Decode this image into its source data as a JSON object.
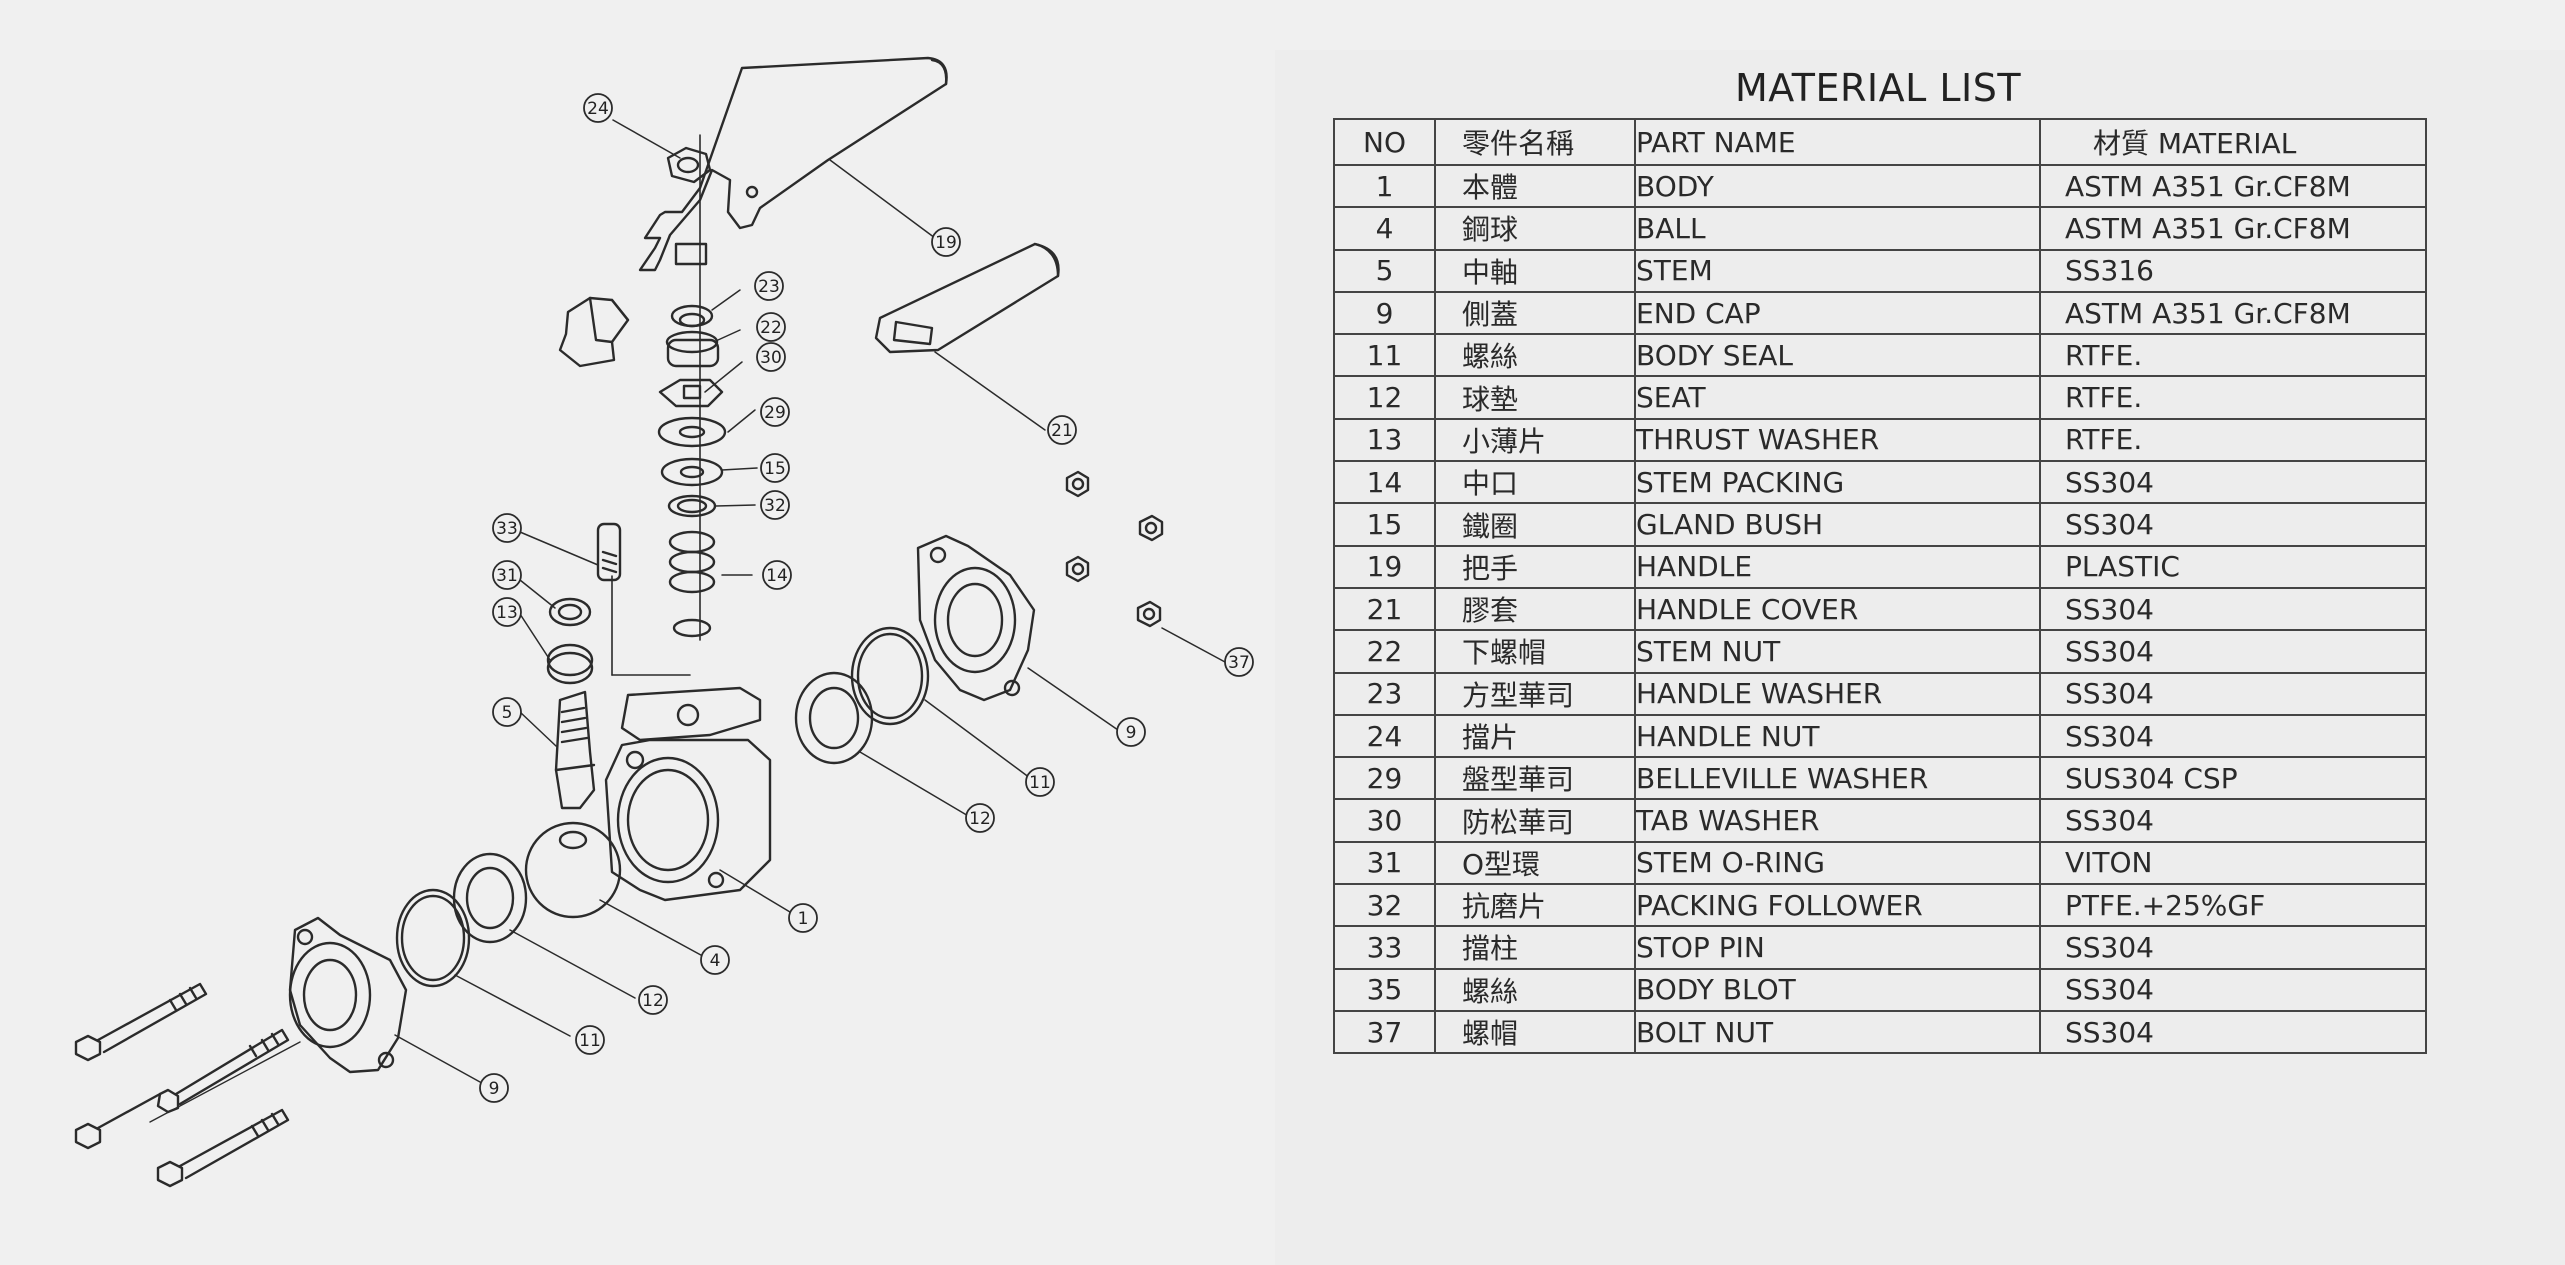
{
  "material_list": {
    "title": "MATERIAL LIST",
    "headers": {
      "no": "NO",
      "name_zh": "零件名稱",
      "part_name": "PART NAME",
      "material": "材質 MATERIAL"
    },
    "rows": [
      {
        "no": "1",
        "name_zh": "本體",
        "part_name": "BODY",
        "material": "ASTM A351 Gr.CF8M"
      },
      {
        "no": "4",
        "name_zh": "鋼球",
        "part_name": "BALL",
        "material": "ASTM A351 Gr.CF8M"
      },
      {
        "no": "5",
        "name_zh": "中軸",
        "part_name": "STEM",
        "material": "SS316"
      },
      {
        "no": "9",
        "name_zh": "側蓋",
        "part_name": "END CAP",
        "material": "ASTM A351 Gr.CF8M"
      },
      {
        "no": "11",
        "name_zh": "螺絲",
        "part_name": "BODY SEAL",
        "material": "RTFE."
      },
      {
        "no": "12",
        "name_zh": "球墊",
        "part_name": "SEAT",
        "material": "RTFE."
      },
      {
        "no": "13",
        "name_zh": "小薄片",
        "part_name": "THRUST WASHER",
        "material": "RTFE."
      },
      {
        "no": "14",
        "name_zh": "中口",
        "part_name": "STEM PACKING",
        "material": "SS304"
      },
      {
        "no": "15",
        "name_zh": "鐵圈",
        "part_name": "GLAND BUSH",
        "material": "SS304"
      },
      {
        "no": "19",
        "name_zh": "把手",
        "part_name": "HANDLE",
        "material": "PLASTIC"
      },
      {
        "no": "21",
        "name_zh": "膠套",
        "part_name": "HANDLE COVER",
        "material": "SS304"
      },
      {
        "no": "22",
        "name_zh": "下螺帽",
        "part_name": "STEM NUT",
        "material": "SS304"
      },
      {
        "no": "23",
        "name_zh": "方型華司",
        "part_name": "HANDLE WASHER",
        "material": "SS304"
      },
      {
        "no": "24",
        "name_zh": "擋片",
        "part_name": "HANDLE NUT",
        "material": "SS304"
      },
      {
        "no": "29",
        "name_zh": "盤型華司",
        "part_name": "BELLEVILLE WASHER",
        "material": "SUS304 CSP"
      },
      {
        "no": "30",
        "name_zh": "防松華司",
        "part_name": "TAB WASHER",
        "material": "SS304"
      },
      {
        "no": "31",
        "name_zh": "O型環",
        "part_name": "STEM O-RING",
        "material": "VITON"
      },
      {
        "no": "32",
        "name_zh": "抗磨片",
        "part_name": "PACKING FOLLOWER",
        "material": "PTFE.+25%GF"
      },
      {
        "no": "33",
        "name_zh": "擋柱",
        "part_name": "STOP PIN",
        "material": "SS304"
      },
      {
        "no": "35",
        "name_zh": "螺絲",
        "part_name": "BODY BLOT",
        "material": "SS304"
      },
      {
        "no": "37",
        "name_zh": "螺帽",
        "part_name": "BOLT NUT",
        "material": "SS304"
      }
    ]
  },
  "callouts": [
    "24",
    "19",
    "23",
    "22",
    "30",
    "29",
    "15",
    "32",
    "14",
    "33",
    "31",
    "13",
    "5",
    "21",
    "37",
    "9",
    "11",
    "12",
    "1",
    "4",
    "12",
    "11",
    "9"
  ]
}
